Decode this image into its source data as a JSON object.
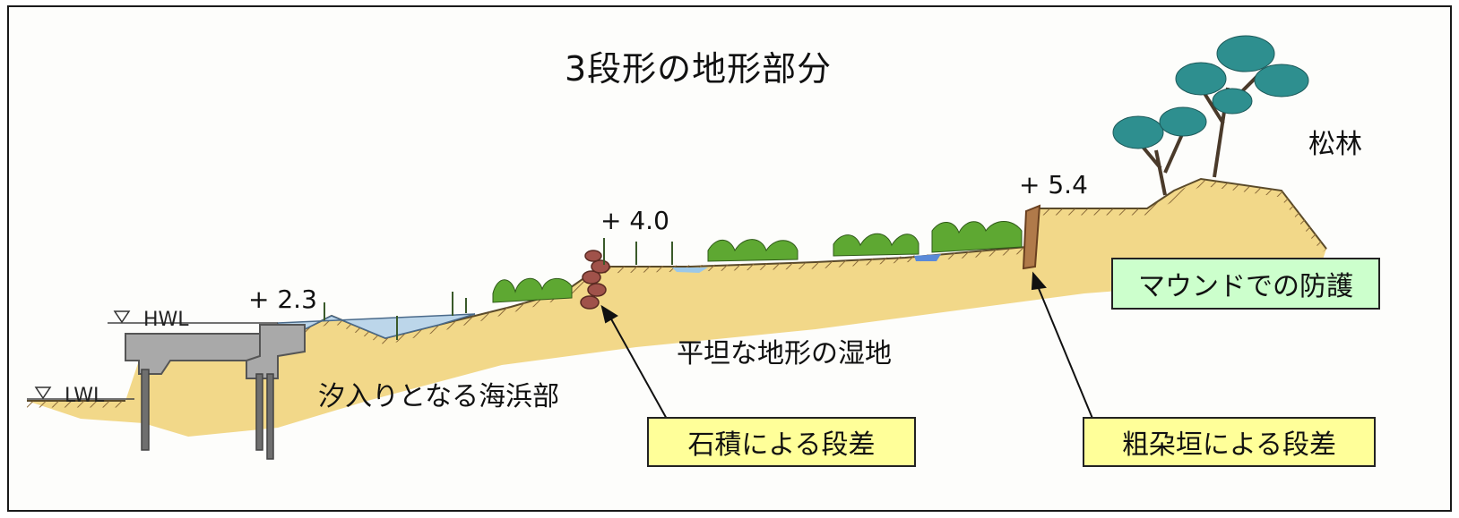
{
  "title": "3段形の地形部分",
  "water_levels": {
    "hwl": "HWL",
    "lwl": "LWL"
  },
  "elevations": {
    "e1": "+ 2.3",
    "e2": "+ 4.0",
    "e3": "+ 5.4"
  },
  "zones": {
    "beach": "汐入りとなる海浜部",
    "wetland": "平坦な地形の湿地",
    "pine": "松林"
  },
  "callouts": {
    "stone": "石積による段差",
    "brush": "粗朶垣による段差",
    "mound": "マウンドでの防護"
  },
  "colors": {
    "sand": "#f2d889",
    "water": "#bcd6ea",
    "concrete": "#a9a9a9",
    "callout_yellow": "#ffff99",
    "callout_green": "#ccffcc",
    "vegetation": "#5ea832",
    "pine_canopy": "#2e8f8f"
  }
}
